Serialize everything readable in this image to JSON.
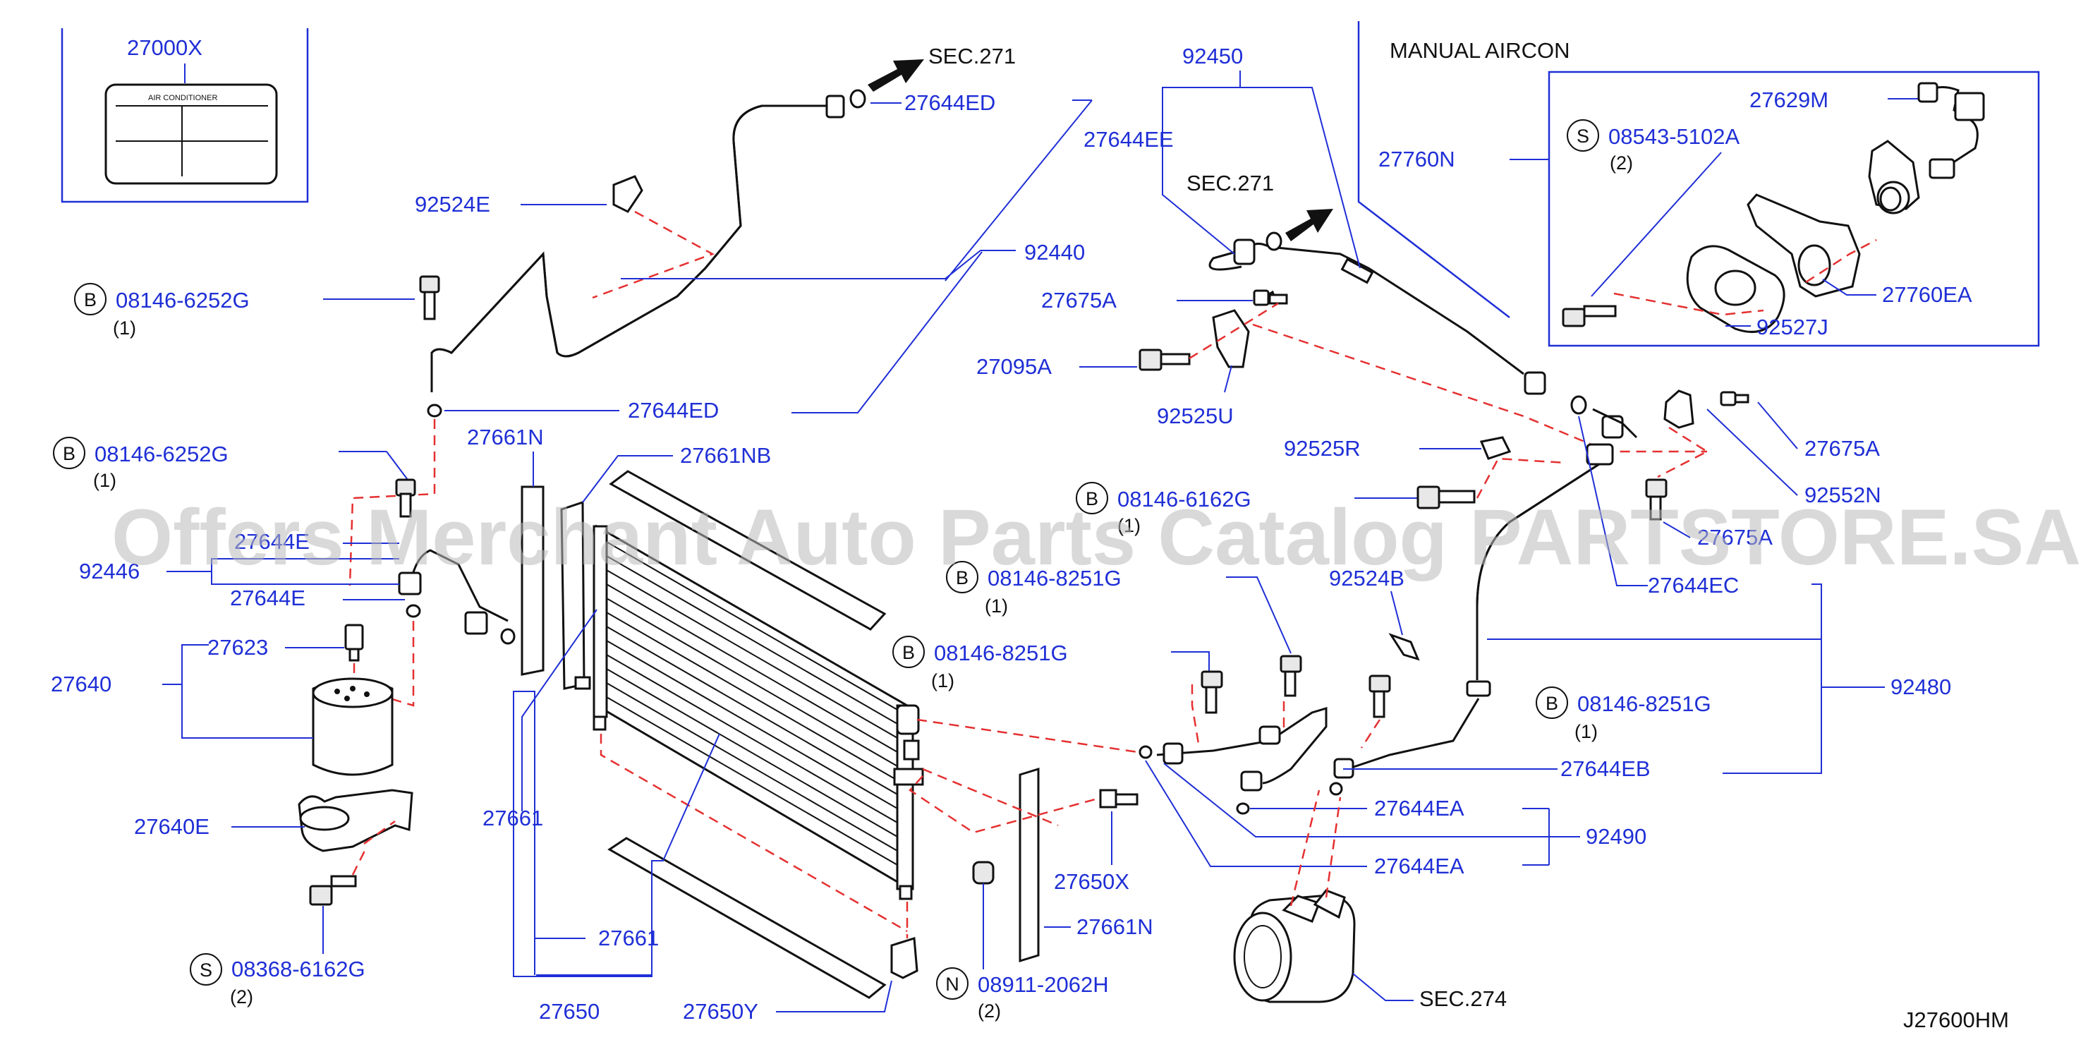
{
  "labels": {
    "p27000X": "27000X",
    "decal_line1": "AIR    CONDITIONER",
    "sec271_top": "SEC.271",
    "p27644ED_top": "27644ED",
    "p92524E": "92524E",
    "p92440": "92440",
    "p08146_6252G_a": "08146-6252G",
    "p27644ED_mid": "27644ED",
    "p08146_6252G_b": "08146-6252G",
    "p27661N_top": "27661N",
    "p27661NB": "27661NB",
    "p27644E_a": "27644E",
    "p92446": "92446",
    "p27644E_b": "27644E",
    "p27623": "27623",
    "p27640": "27640",
    "p27640E": "27640E",
    "p08368_6162G": "08368-6162G",
    "p27661_left": "27661",
    "p27661_bot": "27661",
    "p27650": "27650",
    "p27650Y": "27650Y",
    "p08911_2062H": "08911-2062H",
    "p27650X": "27650X",
    "p27661N_bot": "27661N",
    "p92450": "92450",
    "p27644EE": "27644EE",
    "sec271_mid": "SEC.271",
    "p27675A_a": "27675A",
    "p27095A": "27095A",
    "p92525U": "92525U",
    "p08146_6162G": "08146-6162G",
    "p08146_8251G_a": "08146-8251G",
    "p08146_8251G_b": "08146-8251G",
    "p92525R": "92525R",
    "p92524B": "92524B",
    "p08146_8251G_c": "08146-8251G",
    "p27644EB": "27644EB",
    "p27644EA_a": "27644EA",
    "p92490": "92490",
    "p27644EA_b": "27644EA",
    "sec274": "SEC.274",
    "p27675A_b": "27675A",
    "p92552N": "92552N",
    "p27675A_c": "27675A",
    "p27644EC": "27644EC",
    "p92480": "92480",
    "manual_aircon": "MANUAL   AIRCON",
    "p27760N": "27760N",
    "p27629M": "27629M",
    "p08543_5102A": "08543-5102A",
    "p27760EA": "27760EA",
    "p92527J": "92527J",
    "diagram_code": "J27600HM"
  },
  "markers": {
    "b": "B",
    "s": "S",
    "n": "N"
  },
  "quantities": {
    "q1": "(1)",
    "q2": "(2)"
  },
  "watermark": "Offers Merchant Auto Parts Catalog PARTSTORE.SA",
  "colors": {
    "label_blue": "#1f2fd6",
    "leader_blue": "#1f2fd6",
    "dashed_red": "#e53030",
    "line_black": "#111111",
    "watermark_gray": "#b9b9b9"
  }
}
